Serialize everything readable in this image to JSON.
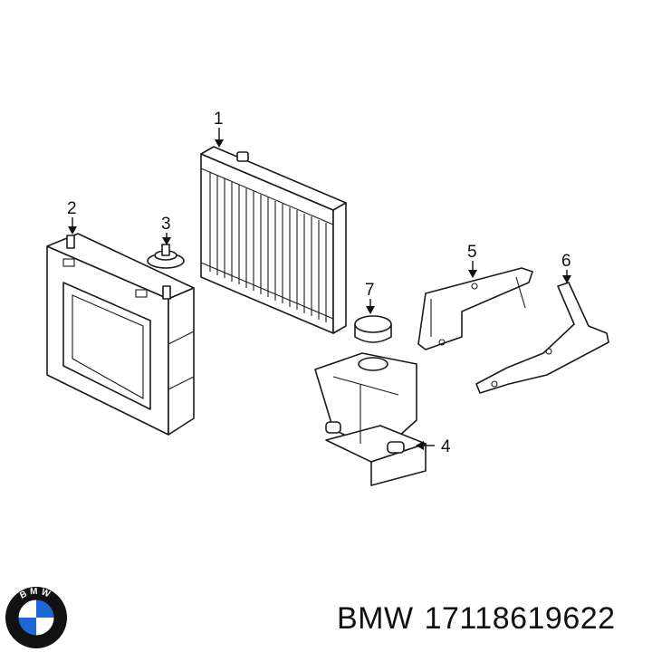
{
  "callouts": [
    "1",
    "2",
    "3",
    "4",
    "5",
    "6",
    "7"
  ],
  "footer": {
    "brand": "BMW",
    "part_number": "17118619622"
  },
  "logo": {
    "lettering": "BMW",
    "colors": {
      "blue": "#1c69d4",
      "white": "#ffffff",
      "ring": "#111111"
    }
  }
}
